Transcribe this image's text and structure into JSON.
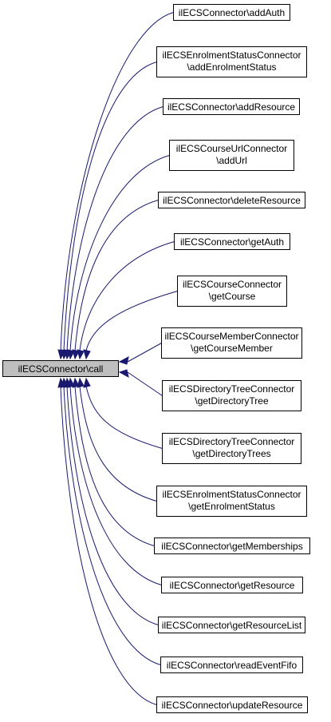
{
  "colors": {
    "edge": "#191970",
    "root_fill": "#bfbfbf",
    "node_fill": "#ffffff",
    "border": "#000000"
  },
  "root": {
    "label": "ilECSConnector\\call"
  },
  "callers": [
    {
      "id": "addAuth",
      "lines": [
        "ilECSConnector\\addAuth"
      ]
    },
    {
      "id": "addEnrolmentStatus",
      "lines": [
        "ilECSEnrolmentStatusConnector",
        "\\addEnrolmentStatus"
      ]
    },
    {
      "id": "addResource",
      "lines": [
        "ilECSConnector\\addResource"
      ]
    },
    {
      "id": "addUrl",
      "lines": [
        "ilECSCourseUrlConnector",
        "\\addUrl"
      ]
    },
    {
      "id": "deleteResource",
      "lines": [
        "ilECSConnector\\deleteResource"
      ]
    },
    {
      "id": "getAuth",
      "lines": [
        "ilECSConnector\\getAuth"
      ]
    },
    {
      "id": "getCourse",
      "lines": [
        "ilECSCourseConnector",
        "\\getCourse"
      ]
    },
    {
      "id": "getCourseMember",
      "lines": [
        "ilECSCourseMemberConnector",
        "\\getCourseMember"
      ]
    },
    {
      "id": "getDirectoryTree",
      "lines": [
        "ilECSDirectoryTreeConnector",
        "\\getDirectoryTree"
      ]
    },
    {
      "id": "getDirectoryTrees",
      "lines": [
        "ilECSDirectoryTreeConnector",
        "\\getDirectoryTrees"
      ]
    },
    {
      "id": "getEnrolmentStatus",
      "lines": [
        "ilECSEnrolmentStatusConnector",
        "\\getEnrolmentStatus"
      ]
    },
    {
      "id": "getMemberships",
      "lines": [
        "ilECSConnector\\getMemberships"
      ]
    },
    {
      "id": "getResource",
      "lines": [
        "ilECSConnector\\getResource"
      ]
    },
    {
      "id": "getResourceList",
      "lines": [
        "ilECSConnector\\getResourceList"
      ]
    },
    {
      "id": "readEventFifo",
      "lines": [
        "ilECSConnector\\readEventFifo"
      ]
    },
    {
      "id": "updateResource",
      "lines": [
        "ilECSConnector\\updateResource"
      ]
    }
  ]
}
